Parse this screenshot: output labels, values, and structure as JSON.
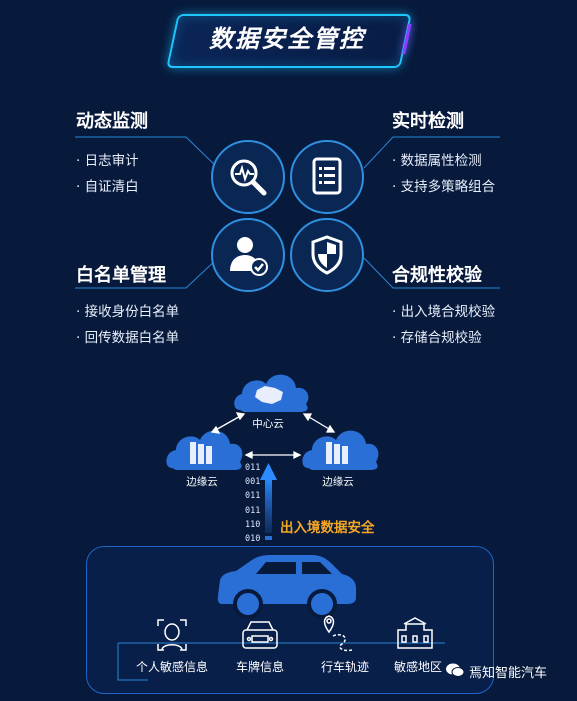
{
  "title": "数据安全管控",
  "features": {
    "top_left": {
      "title": "动态监测",
      "items": [
        "日志审计",
        "自证清白"
      ]
    },
    "top_right": {
      "title": "实时检测",
      "items": [
        "数据属性检测",
        "支持多策略组合"
      ]
    },
    "bottom_left": {
      "title": "白名单管理",
      "items": [
        "接收身份白名单",
        "回传数据白名单"
      ]
    },
    "bottom_right": {
      "title": "合规性校验",
      "items": [
        "出入境合规校验",
        "存储合规校验"
      ]
    }
  },
  "icons": {
    "c1": "magnifier-chart-icon",
    "c2": "document-list-icon",
    "c3": "user-check-icon",
    "c4": "shield-icon"
  },
  "network": {
    "center_cloud": "中心云",
    "left_cloud": "边缘云",
    "right_cloud": "边缘云",
    "bits": [
      "011",
      "001",
      "011",
      "011",
      "110",
      "010"
    ],
    "flow_label": "出入境数据安全"
  },
  "sensitive": {
    "items": [
      "个人敏感信息",
      "车牌信息",
      "行车轨迹",
      "敏感地区"
    ]
  },
  "watermark": "焉知智能汽车",
  "colors": {
    "background": "#071a3c",
    "accent_blue": "#2f8fe0",
    "cloud_blue": "#2a6fd6",
    "highlight_orange": "#f5a623",
    "title_glow": "#1ec6ff"
  }
}
